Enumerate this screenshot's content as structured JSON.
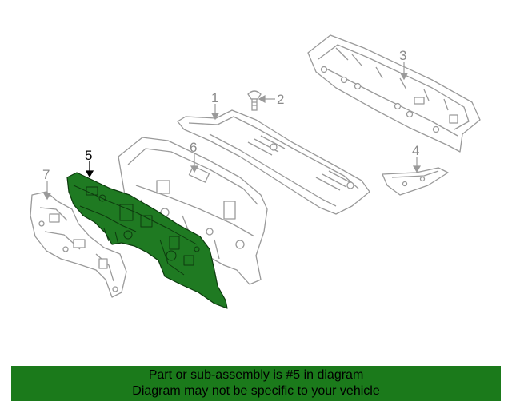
{
  "colors": {
    "highlight_part": "#1f7a22",
    "banner_bg": "#1b7a1b",
    "line_gray": "#9a9a9a",
    "label_gray": "#8a8a8a",
    "label_active": "#000000"
  },
  "callouts": [
    {
      "id": "1",
      "label": "1",
      "active": false
    },
    {
      "id": "2",
      "label": "2",
      "active": false
    },
    {
      "id": "3",
      "label": "3",
      "active": false
    },
    {
      "id": "4",
      "label": "4",
      "active": false
    },
    {
      "id": "5",
      "label": "5",
      "active": true
    },
    {
      "id": "6",
      "label": "6",
      "active": false
    },
    {
      "id": "7",
      "label": "7",
      "active": false
    }
  ],
  "banner": {
    "line1": "Part or sub-assembly is #5 in diagram",
    "line2": "Diagram may not be specific to your vehicle"
  }
}
